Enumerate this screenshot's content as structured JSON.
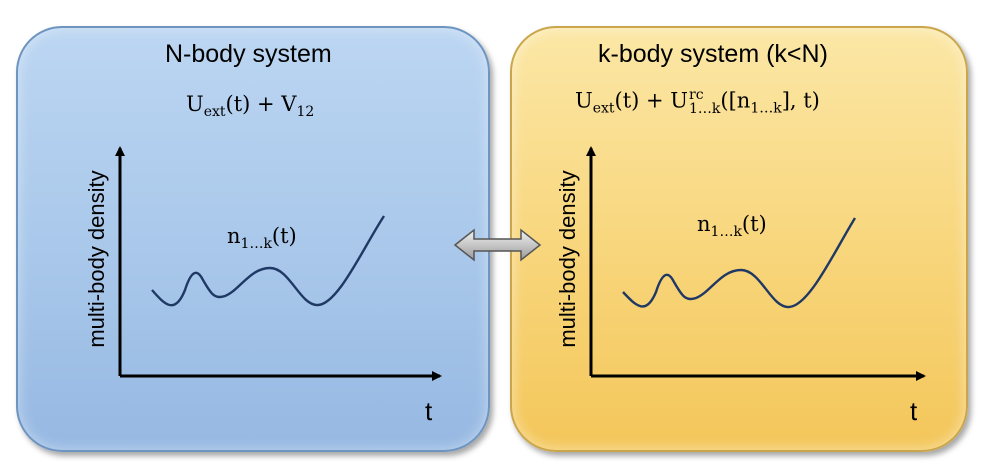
{
  "left_panel": {
    "title": "N-body system",
    "eq_U": "U",
    "eq_U_sub": "ext",
    "eq_rest": "(t) + V",
    "eq_V_sub": "12",
    "ylabel": "multi-body density",
    "curve_label": "n",
    "curve_label_sub": "1…k",
    "curve_label_rest": "(t)",
    "xlabel": "t",
    "fill_color": "#a8c7ea"
  },
  "right_panel": {
    "title": "k-body system (k<N)",
    "eq_U": "U",
    "eq_U_sub": "ext",
    "eq_mid": "(t) + U",
    "eq_U2_sup": "rc",
    "eq_U2_sub": "1…k",
    "eq_arg_open": "([n",
    "eq_arg_sub": "1…k",
    "eq_arg_close": "], t)",
    "ylabel": "multi-body density",
    "curve_label": "n",
    "curve_label_sub": "1…k",
    "curve_label_rest": "(t)",
    "xlabel": "t",
    "fill_color": "#f8d57a"
  },
  "connector": {
    "icon": "double-arrow-icon",
    "color": "#c8c8c8"
  }
}
